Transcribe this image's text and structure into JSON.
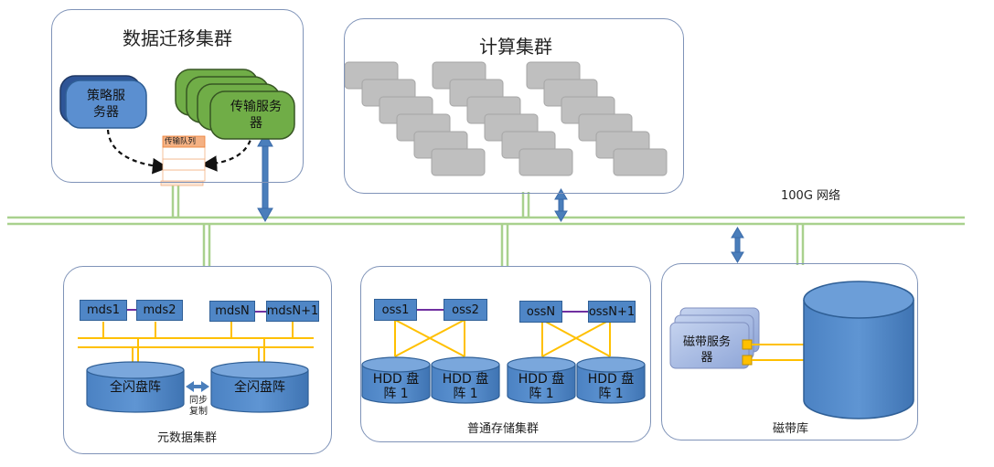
{
  "migration_cluster": {
    "title": "数据迁移集群",
    "policy_server": "策略服务器",
    "transfer_server": "传输服务器",
    "transfer_queue": "传输队列"
  },
  "compute_cluster": {
    "title": "计算集群"
  },
  "network": {
    "label": "100G 网络"
  },
  "metadata_cluster": {
    "title": "元数据集群",
    "nodes": [
      "mds1",
      "mds2",
      "mdsN",
      "mdsN+1"
    ],
    "arrays": [
      "全闪盘阵",
      "全闪盘阵"
    ],
    "sync_label": "同步复制"
  },
  "storage_cluster": {
    "title": "普通存储集群",
    "nodes": [
      "oss1",
      "oss2",
      "ossN",
      "ossN+1"
    ],
    "arrays": [
      "HDD 盘阵 1",
      "HDD 盘阵 1",
      "HDD 盘阵 1",
      "HDD 盘阵 1"
    ]
  },
  "tape_library": {
    "title": "磁带库",
    "tape_server": "磁带服务器"
  },
  "colors": {
    "node_blue": "#4f86c6",
    "server_green": "#70ad47",
    "network_green": "#a9d18e",
    "link_yellow": "#ffc000",
    "link_purple": "#7030a0",
    "arrow_blue": "#4a7ebb",
    "panel_border": "#7f93b8",
    "compute_gray": "#bfbfbf"
  }
}
